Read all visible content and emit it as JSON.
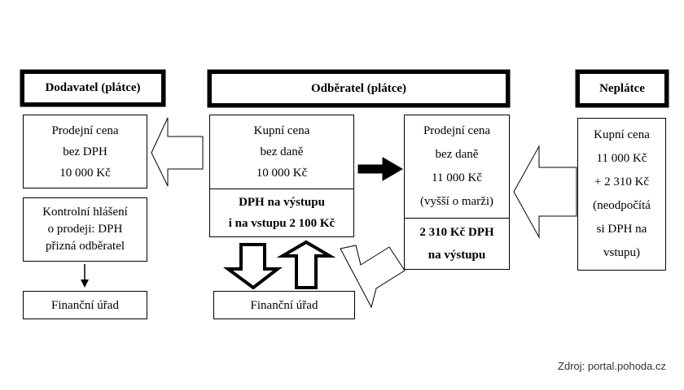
{
  "headers": {
    "supplier": "Dodavatel (plátce)",
    "buyer": "Odběratel (plátce)",
    "non_payer": "Neplátce"
  },
  "supplier_box": {
    "lines": [
      "Prodejní cena",
      "bez DPH",
      "10 000 Kč"
    ]
  },
  "control_report_box": {
    "lines": [
      "Kontrolní hlášení",
      "o prodeji: DPH",
      "přizná odběratel"
    ]
  },
  "supplier_tax_office": "Finanční úřad",
  "buyer_purchase_box": {
    "lines": [
      "Kupní cena",
      "bez daně",
      "10 000 Kč"
    ]
  },
  "buyer_vat_box": {
    "lines": [
      "DPH na výstupu",
      "i na vstupu 2 100 Kč"
    ]
  },
  "buyer_tax_office": "Finanční úřad",
  "buyer_sale_box": {
    "lines": [
      "Prodejní cena",
      "bez daně",
      "11 000 Kč",
      "(vyšší o marži)"
    ]
  },
  "buyer_sale_vat_box": {
    "lines": [
      "2 310 Kč DPH",
      "na výstupu"
    ]
  },
  "non_payer_box": {
    "lines": [
      "Kupní cena",
      "11 000 Kč",
      "+ 2 310 Kč",
      "(neodpočítá",
      "si DPH na",
      "vstupu)"
    ]
  },
  "source": "Zdroj: portal.pohoda.cz"
}
